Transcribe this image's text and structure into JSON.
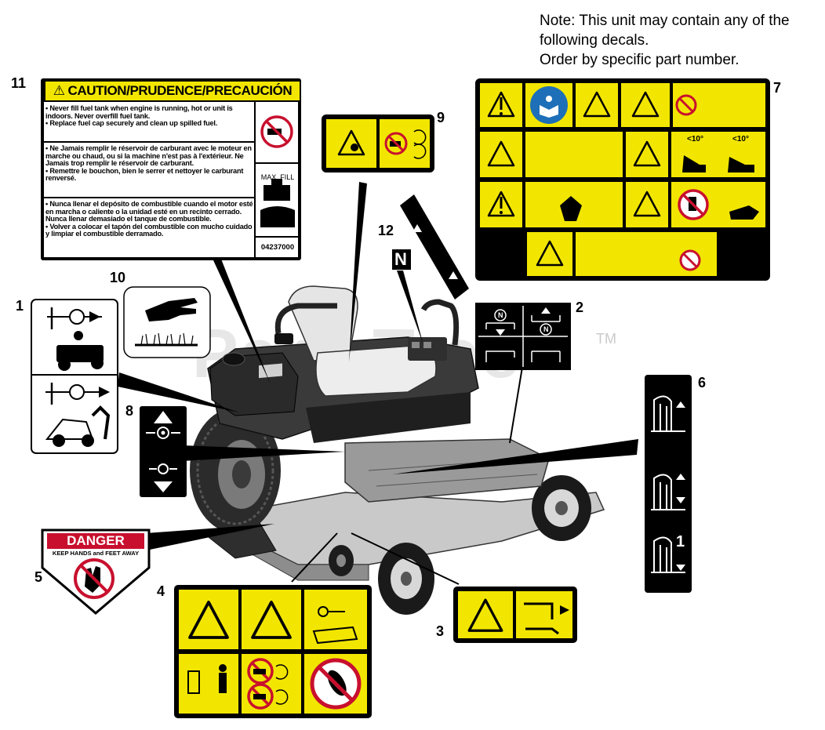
{
  "note": "Note: This unit may contain any of the\nfollowing decals.\nOrder by specific part number.",
  "callouts": [
    "1",
    "2",
    "3",
    "4",
    "5",
    "6",
    "7",
    "8",
    "9",
    "10",
    "11",
    "12"
  ],
  "decal11": {
    "title": "CAUTION/PRUDENCE/PRECAUCIÓN",
    "english": "• Never fill fuel tank when engine is running, hot or unit is indoors. Never overfill fuel tank.\n• Replace fuel cap securely and clean up spilled fuel.",
    "french": "• Ne Jamais remplir le réservoir de carburant avec le moteur en marche ou chaud, ou si la machine n'est pas à l'extérieur. Ne Jamais trop remplir le réservoir de carburant.\n• Remettre le bouchon, bien le serrer et nettoyer le carburant renversé.",
    "spanish": "• Nunca llenar el depósito de combustible cuando el motor esté en marcha o caliente o la unidad esté en un recinto cerrado. Nunca llenar demasiado el tanque de combustible.\n• Volver a colocar el tapón del combustible con mucho cuidado y limpiar el combustible derramado.",
    "max_fill": "MAX. FILL",
    "part_number": "04237000"
  },
  "decal5": {
    "title": "DANGER",
    "subtitle": "KEEP HANDS and FEET AWAY"
  },
  "decal7": {
    "slope1": "<10°",
    "slope2": "<10°"
  },
  "decal2": {
    "n1": "N",
    "n2": "N"
  },
  "decal6": {
    "level": "1"
  },
  "decal12": {
    "glyph": "N"
  },
  "watermark": "PartsTree",
  "tm": "TM",
  "colors": {
    "decal_yellow": "#f2e600",
    "danger_red": "#c8102e",
    "black": "#000000"
  }
}
